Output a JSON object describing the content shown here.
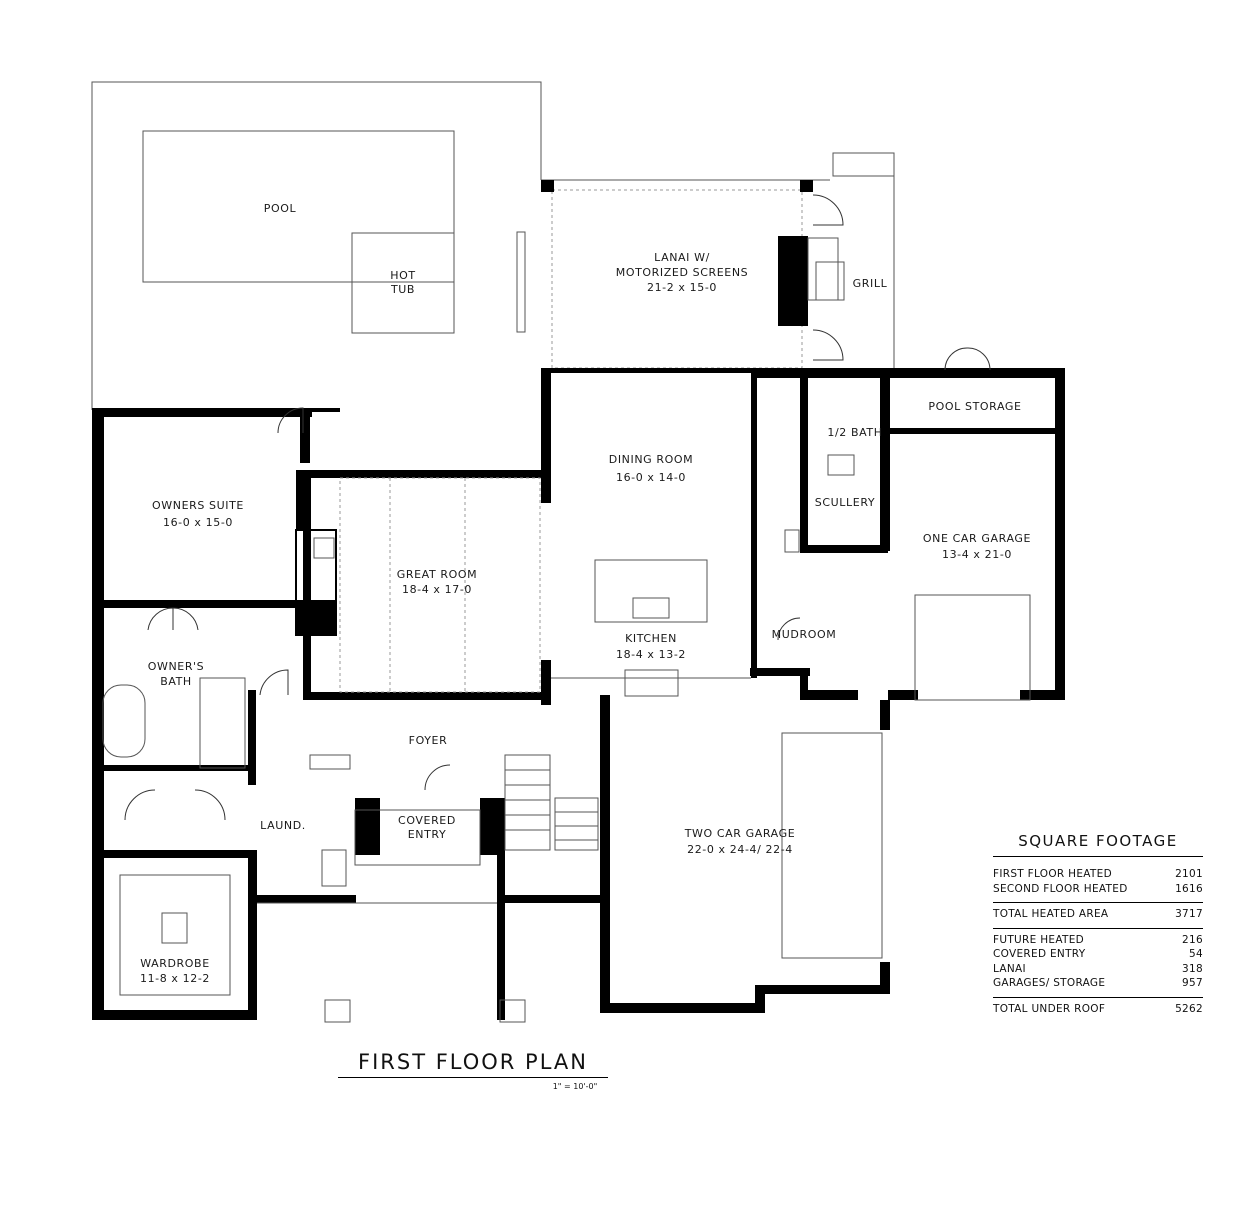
{
  "rooms": {
    "pool": {
      "name": "POOL"
    },
    "hot_tub": {
      "line1": "HOT",
      "line2": "TUB"
    },
    "lanai": {
      "line1": "LANAI W/",
      "line2": "MOTORIZED SCREENS",
      "dims": "21-2 x 15-0"
    },
    "grill": {
      "name": "GRILL"
    },
    "owners_suite": {
      "name": "OWNERS SUITE",
      "dims": "16-0 x 15-0"
    },
    "great_room": {
      "name": "GREAT ROOM",
      "dims": "18-4 x 17-0"
    },
    "dining_room": {
      "name": "DINING ROOM",
      "dims": "16-0 x 14-0"
    },
    "half_bath": {
      "name": "1/2 BATH"
    },
    "pool_storage": {
      "name": "POOL STORAGE"
    },
    "scullery": {
      "name": "SCULLERY"
    },
    "one_car_garage": {
      "name": "ONE CAR GARAGE",
      "dims": "13-4 x 21-0"
    },
    "kitchen": {
      "name": "KITCHEN",
      "dims": "18-4 x 13-2"
    },
    "mudroom": {
      "name": "MUDROOM"
    },
    "owners_bath": {
      "line1": "OWNER'S",
      "line2": "BATH"
    },
    "foyer": {
      "name": "FOYER"
    },
    "covered_entry": {
      "line1": "COVERED",
      "line2": "ENTRY"
    },
    "laundry": {
      "name": "LAUND."
    },
    "two_car_garage": {
      "name": "TWO CAR GARAGE",
      "dims": "22-0 x 24-4/ 22-4"
    },
    "wardrobe": {
      "name": "WARDROBE",
      "dims": "11-8 x 12-2"
    }
  },
  "square_footage": {
    "title": "SQUARE FOOTAGE",
    "groups": [
      [
        {
          "label": "FIRST FLOOR HEATED",
          "value": "2101"
        },
        {
          "label": "SECOND FLOOR HEATED",
          "value": "1616"
        }
      ],
      [
        {
          "label": "TOTAL HEATED AREA",
          "value": "3717"
        }
      ],
      [
        {
          "label": "FUTURE HEATED",
          "value": "216"
        },
        {
          "label": "COVERED ENTRY",
          "value": "54"
        },
        {
          "label": "LANAI",
          "value": "318"
        },
        {
          "label": "GARAGES/ STORAGE",
          "value": "957"
        }
      ],
      [
        {
          "label": "TOTAL UNDER ROOF",
          "value": "5262"
        }
      ]
    ]
  },
  "plan_title": "FIRST FLOOR PLAN",
  "plan_scale": "1\" = 10'-0\""
}
